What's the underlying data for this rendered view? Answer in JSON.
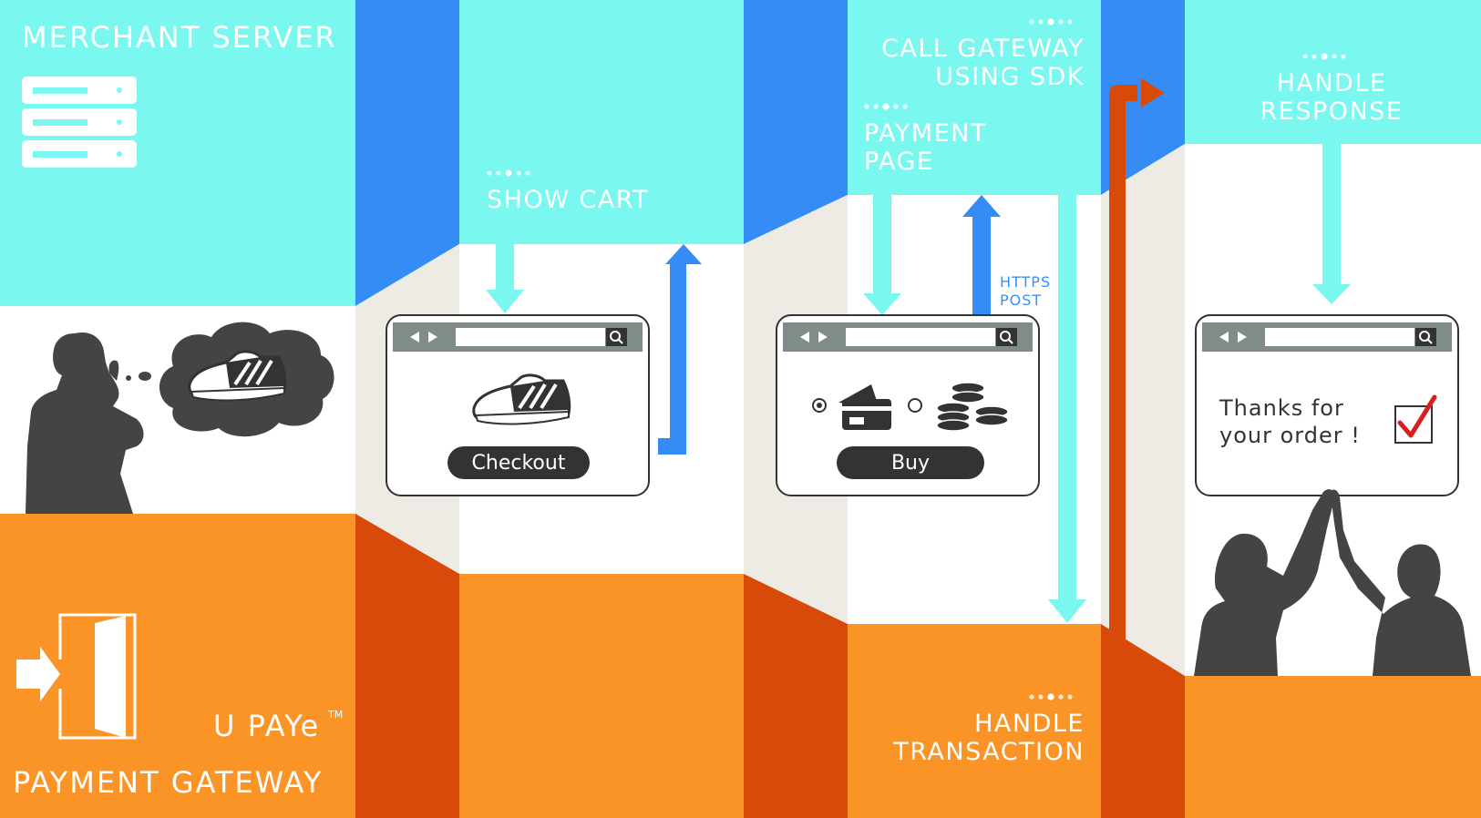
{
  "colors": {
    "cyan": "#7af8ef",
    "blue": "#348cf4",
    "orange": "#fb9426",
    "dark_orange": "#d84a0a",
    "beige": "#eeebe4",
    "dark_gray": "#444444",
    "window_frame": "#7f8c8a",
    "check_red": "#d91e1e"
  },
  "merchant": {
    "title": "MERCHANT SERVER",
    "server_icon": "server-rack-icon"
  },
  "gateway": {
    "brand": "U PAYe",
    "trademark": "TM",
    "title": "PAYMENT GATEWAY",
    "door_icon": "enter-door-icon"
  },
  "steps": {
    "show_cart": "SHOW CART",
    "payment_page": [
      "PAYMENT",
      "PAGE"
    ],
    "call_gateway": [
      "CALL GATEWAY",
      "USING SDK"
    ],
    "https_post": [
      "HTTPS",
      "POST"
    ],
    "handle_transaction": [
      "HANDLE",
      "TRANSACTION"
    ],
    "handle_response": [
      "HANDLE",
      "RESPONSE"
    ]
  },
  "windows": {
    "cart": {
      "button": "Checkout",
      "image_icon": "sneaker-icon"
    },
    "payment": {
      "button": "Buy",
      "option_card_icon": "credit-card-icon",
      "option_cash_icon": "coins-icon"
    },
    "confirmation": {
      "line1": "Thanks for",
      "line2": "your order !",
      "check_icon": "checkbox-checked-icon"
    }
  },
  "people": {
    "shopper_icon": "thinking-person-icon",
    "thought_icon": "sneaker-thought-icon",
    "celebration_icon": "high-five-icon"
  }
}
